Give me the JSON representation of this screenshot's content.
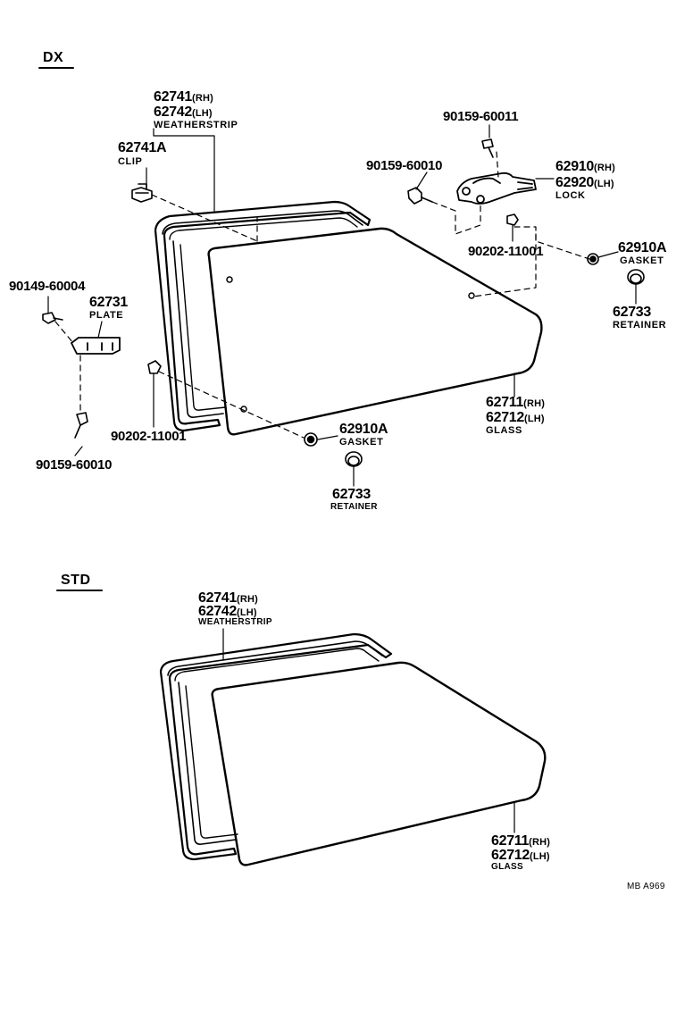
{
  "dx": {
    "title": "DX",
    "weatherstrip": {
      "pn_rh": "62741",
      "sfx_rh": "(RH)",
      "pn_lh": "62742",
      "sfx_lh": "(LH)",
      "name": "WEATHERSTRIP"
    },
    "clip": {
      "pn": "62741A",
      "name": "CLIP"
    },
    "bolt_top": {
      "pn": "90159-60011"
    },
    "bolt_lock": {
      "pn": "90159-60010"
    },
    "lock": {
      "pn_rh": "62910",
      "sfx_rh": "(RH)",
      "pn_lh": "62920",
      "sfx_lh": "(LH)",
      "name": "LOCK"
    },
    "washer_upper": {
      "pn": "90202-11001"
    },
    "gasket_right": {
      "pn": "62910A",
      "name": "GASKET"
    },
    "retainer_right": {
      "pn": "62733",
      "name": "RETAINER"
    },
    "screw_plate": {
      "pn": "90149-60004"
    },
    "plate": {
      "pn": "62731",
      "name": "PLATE"
    },
    "washer_lower": {
      "pn": "90202-11001"
    },
    "bolt_plate": {
      "pn": "90159-60010"
    },
    "gasket_lower": {
      "pn": "62910A",
      "name": "GASKET"
    },
    "retainer_lower": {
      "pn": "62733",
      "name": "RETAINER"
    },
    "glass": {
      "pn_rh": "62711",
      "sfx_rh": "(RH)",
      "pn_lh": "62712",
      "sfx_lh": "(LH)",
      "name": "GLASS"
    }
  },
  "std": {
    "title": "STD",
    "weatherstrip": {
      "pn_rh": "62741",
      "sfx_rh": "(RH)",
      "pn_lh": "62742",
      "sfx_lh": "(LH)",
      "name": "WEATHERSTRIP"
    },
    "glass": {
      "pn_rh": "62711",
      "sfx_rh": "(RH)",
      "pn_lh": "62712",
      "sfx_lh": "(LH)",
      "name": "GLASS"
    }
  },
  "figure_code": "MB A969"
}
